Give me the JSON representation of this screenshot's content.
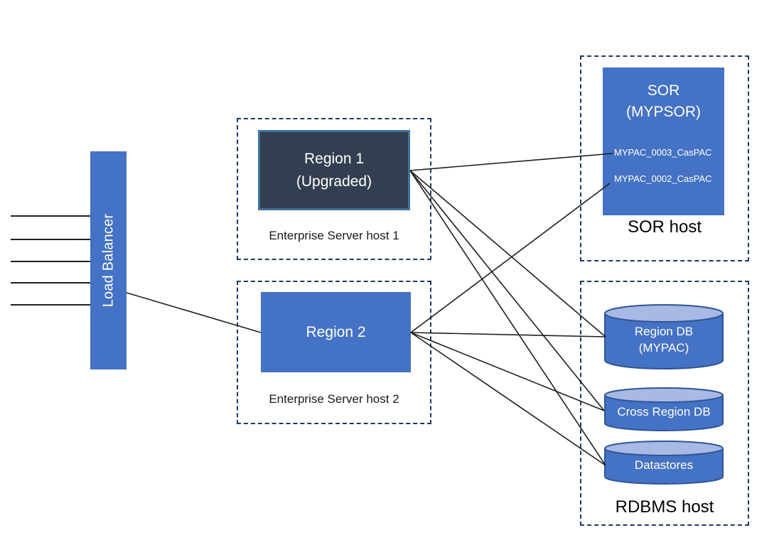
{
  "diagram": {
    "load_balancer": {
      "label": "Load Balancer"
    },
    "es_host1": {
      "group_label": "Enterprise Server host 1",
      "node_label_line1": "Region 1",
      "node_label_line2": "(Upgraded)"
    },
    "es_host2": {
      "group_label": "Enterprise Server host 2",
      "node_label": "Region 2"
    },
    "sor_host": {
      "group_label": "SOR host",
      "node_title_line1": "SOR",
      "node_title_line2": "(MYPSOR)",
      "pac_labels": [
        "MYPAC_0003_CasPAC",
        "MYPAC_0002_CasPAC"
      ]
    },
    "rdbms_host": {
      "group_label": "RDBMS host",
      "cylinders": [
        {
          "label_line1": "Region DB",
          "label_line2": "(MYPAC)"
        },
        {
          "label_line1": "Cross Region DB",
          "label_line2": ""
        },
        {
          "label_line1": "Datastores",
          "label_line2": ""
        }
      ]
    },
    "colors": {
      "primary_blue": "#4472C4",
      "dark_navy_fill": "#333F50",
      "region1_border": "#41719C",
      "dashed_border": "#1F3864",
      "cylinder_top": "#A8B9E4",
      "cylinder_stroke": "#2F5597",
      "connector": "#1f1f1f"
    }
  }
}
